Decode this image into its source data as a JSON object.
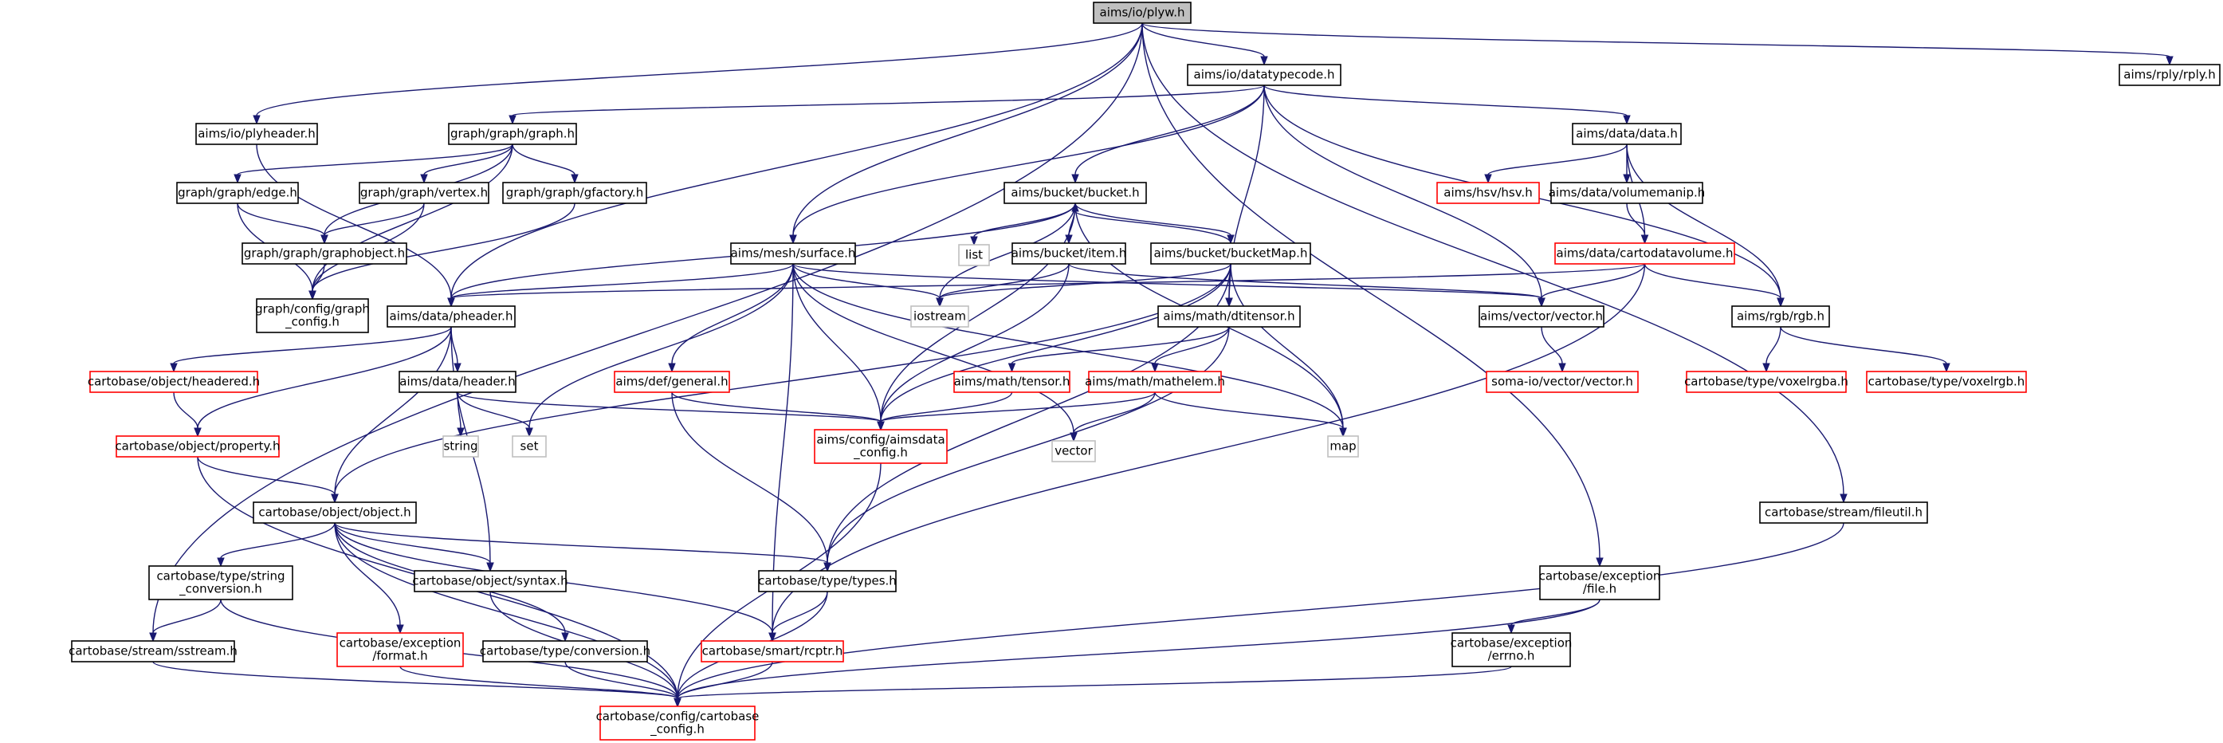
{
  "page": {
    "title": "aims/io/plyw.h"
  },
  "colors": {
    "edge": "#191970",
    "root_fill": "#bfbfbf",
    "node_border": "#000000",
    "missing_border": "#ff0000",
    "external_border": "#bfbfbf",
    "text": "#000000"
  },
  "nodes": [
    {
      "id": "plyw",
      "lines": [
        "aims/io/plyw.h"
      ],
      "kind": "root"
    },
    {
      "id": "datatypecode",
      "lines": [
        "aims/io/datatypecode.h"
      ],
      "kind": "normal"
    },
    {
      "id": "rply",
      "lines": [
        "aims/rply/rply.h"
      ],
      "kind": "normal"
    },
    {
      "id": "plyheader",
      "lines": [
        "aims/io/plyheader.h"
      ],
      "kind": "normal"
    },
    {
      "id": "graph",
      "lines": [
        "graph/graph/graph.h"
      ],
      "kind": "normal"
    },
    {
      "id": "data",
      "lines": [
        "aims/data/data.h"
      ],
      "kind": "normal"
    },
    {
      "id": "edge",
      "lines": [
        "graph/graph/edge.h"
      ],
      "kind": "normal"
    },
    {
      "id": "vertex",
      "lines": [
        "graph/graph/vertex.h"
      ],
      "kind": "normal"
    },
    {
      "id": "gfactory",
      "lines": [
        "graph/graph/gfactory.h"
      ],
      "kind": "normal"
    },
    {
      "id": "bucket",
      "lines": [
        "aims/bucket/bucket.h"
      ],
      "kind": "normal"
    },
    {
      "id": "hsv",
      "lines": [
        "aims/hsv/hsv.h"
      ],
      "kind": "missing"
    },
    {
      "id": "volumemanip",
      "lines": [
        "aims/data/volumemanip.h"
      ],
      "kind": "normal"
    },
    {
      "id": "graphobject",
      "lines": [
        "graph/graph/graphobject.h"
      ],
      "kind": "normal"
    },
    {
      "id": "list",
      "lines": [
        "list"
      ],
      "kind": "external"
    },
    {
      "id": "item",
      "lines": [
        "aims/bucket/item.h"
      ],
      "kind": "normal"
    },
    {
      "id": "bucketMap",
      "lines": [
        "aims/bucket/bucketMap.h"
      ],
      "kind": "normal"
    },
    {
      "id": "surface",
      "lines": [
        "aims/mesh/surface.h"
      ],
      "kind": "normal"
    },
    {
      "id": "cartodatavolume",
      "lines": [
        "aims/data/cartodatavolume.h"
      ],
      "kind": "missing"
    },
    {
      "id": "graph_config",
      "lines": [
        "graph/config/graph",
        "_config.h"
      ],
      "kind": "normal"
    },
    {
      "id": "iostream",
      "lines": [
        "iostream"
      ],
      "kind": "external"
    },
    {
      "id": "pheader",
      "lines": [
        "aims/data/pheader.h"
      ],
      "kind": "normal"
    },
    {
      "id": "dtitensor",
      "lines": [
        "aims/math/dtitensor.h"
      ],
      "kind": "normal"
    },
    {
      "id": "vector_h",
      "lines": [
        "aims/vector/vector.h"
      ],
      "kind": "normal"
    },
    {
      "id": "rgb",
      "lines": [
        "aims/rgb/rgb.h"
      ],
      "kind": "normal"
    },
    {
      "id": "headered",
      "lines": [
        "cartobase/object/headered.h"
      ],
      "kind": "missing"
    },
    {
      "id": "header",
      "lines": [
        "aims/data/header.h"
      ],
      "kind": "normal"
    },
    {
      "id": "general",
      "lines": [
        "aims/def/general.h"
      ],
      "kind": "missing"
    },
    {
      "id": "tensor",
      "lines": [
        "aims/math/tensor.h"
      ],
      "kind": "missing"
    },
    {
      "id": "mathelem",
      "lines": [
        "aims/math/mathelem.h"
      ],
      "kind": "missing"
    },
    {
      "id": "somaio_vector",
      "lines": [
        "soma-io/vector/vector.h"
      ],
      "kind": "missing"
    },
    {
      "id": "voxelrgba",
      "lines": [
        "cartobase/type/voxelrgba.h"
      ],
      "kind": "missing"
    },
    {
      "id": "voxelrgb",
      "lines": [
        "cartobase/type/voxelrgb.h"
      ],
      "kind": "missing"
    },
    {
      "id": "string",
      "lines": [
        "string"
      ],
      "kind": "external"
    },
    {
      "id": "set",
      "lines": [
        "set"
      ],
      "kind": "external"
    },
    {
      "id": "property",
      "lines": [
        "cartobase/object/property.h"
      ],
      "kind": "missing"
    },
    {
      "id": "aimsdata_config",
      "lines": [
        "aims/config/aimsdata",
        "_config.h"
      ],
      "kind": "missing"
    },
    {
      "id": "vector",
      "lines": [
        "vector"
      ],
      "kind": "external"
    },
    {
      "id": "map",
      "lines": [
        "map"
      ],
      "kind": "external"
    },
    {
      "id": "object",
      "lines": [
        "cartobase/object/object.h"
      ],
      "kind": "normal"
    },
    {
      "id": "fileutil",
      "lines": [
        "cartobase/stream/fileutil.h"
      ],
      "kind": "normal"
    },
    {
      "id": "string_conversion",
      "lines": [
        "cartobase/type/string",
        "_conversion.h"
      ],
      "kind": "normal"
    },
    {
      "id": "syntax",
      "lines": [
        "cartobase/object/syntax.h"
      ],
      "kind": "normal"
    },
    {
      "id": "types",
      "lines": [
        "cartobase/type/types.h"
      ],
      "kind": "normal"
    },
    {
      "id": "exc_file",
      "lines": [
        "cartobase/exception",
        "/file.h"
      ],
      "kind": "normal"
    },
    {
      "id": "sstream",
      "lines": [
        "cartobase/stream/sstream.h"
      ],
      "kind": "normal"
    },
    {
      "id": "exc_format",
      "lines": [
        "cartobase/exception",
        "/format.h"
      ],
      "kind": "missing"
    },
    {
      "id": "conversion",
      "lines": [
        "cartobase/type/conversion.h"
      ],
      "kind": "normal"
    },
    {
      "id": "rcptr",
      "lines": [
        "cartobase/smart/rcptr.h"
      ],
      "kind": "missing"
    },
    {
      "id": "errno",
      "lines": [
        "cartobase/exception",
        "/errno.h"
      ],
      "kind": "normal"
    },
    {
      "id": "cartobase_config",
      "lines": [
        "cartobase/config/cartobase",
        "_config.h"
      ],
      "kind": "missing"
    }
  ],
  "edges": [
    [
      "plyw",
      "datatypecode"
    ],
    [
      "plyw",
      "rply"
    ],
    [
      "plyw",
      "plyheader"
    ],
    [
      "plyw",
      "surface"
    ],
    [
      "plyw",
      "pheader"
    ],
    [
      "plyw",
      "sstream"
    ],
    [
      "plyw",
      "fileutil"
    ],
    [
      "plyw",
      "exc_file"
    ],
    [
      "datatypecode",
      "graph"
    ],
    [
      "datatypecode",
      "data"
    ],
    [
      "datatypecode",
      "bucket"
    ],
    [
      "datatypecode",
      "surface"
    ],
    [
      "datatypecode",
      "vector_h"
    ],
    [
      "datatypecode",
      "rgb"
    ],
    [
      "datatypecode",
      "dtitensor"
    ],
    [
      "plyheader",
      "pheader"
    ],
    [
      "graph",
      "edge"
    ],
    [
      "graph",
      "vertex"
    ],
    [
      "graph",
      "gfactory"
    ],
    [
      "graph",
      "graphobject"
    ],
    [
      "graph",
      "graph_config"
    ],
    [
      "edge",
      "graphobject"
    ],
    [
      "edge",
      "graph_config"
    ],
    [
      "vertex",
      "graphobject"
    ],
    [
      "vertex",
      "graph_config"
    ],
    [
      "gfactory",
      "graph_config"
    ],
    [
      "graphobject",
      "graph_config"
    ],
    [
      "data",
      "hsv"
    ],
    [
      "data",
      "volumemanip"
    ],
    [
      "data",
      "cartodatavolume"
    ],
    [
      "data",
      "rgb"
    ],
    [
      "volumemanip",
      "cartodatavolume"
    ],
    [
      "cartodatavolume",
      "vector_h"
    ],
    [
      "cartodatavolume",
      "rgb"
    ],
    [
      "cartodatavolume",
      "pheader"
    ],
    [
      "cartodatavolume",
      "rcptr"
    ],
    [
      "bucket",
      "list"
    ],
    [
      "bucket",
      "item"
    ],
    [
      "bucket",
      "bucketMap"
    ],
    [
      "bucket",
      "iostream"
    ],
    [
      "bucket",
      "map"
    ],
    [
      "bucket",
      "aimsdata_config"
    ],
    [
      "bucket",
      "pheader"
    ],
    [
      "bucketMap",
      "bucket"
    ],
    [
      "bucketMap",
      "iostream"
    ],
    [
      "bucketMap",
      "dtitensor"
    ],
    [
      "bucketMap",
      "map"
    ],
    [
      "bucketMap",
      "aimsdata_config"
    ],
    [
      "bucketMap",
      "types"
    ],
    [
      "bucketMap",
      "object"
    ],
    [
      "item",
      "iostream"
    ],
    [
      "item",
      "vector_h"
    ],
    [
      "item",
      "aimsdata_config"
    ],
    [
      "surface",
      "pheader"
    ],
    [
      "surface",
      "iostream"
    ],
    [
      "surface",
      "vector_h"
    ],
    [
      "surface",
      "general"
    ],
    [
      "surface",
      "aimsdata_config"
    ],
    [
      "surface",
      "set"
    ],
    [
      "surface",
      "vector"
    ],
    [
      "surface",
      "map"
    ],
    [
      "surface",
      "rcptr"
    ],
    [
      "dtitensor",
      "tensor"
    ],
    [
      "dtitensor",
      "mathelem"
    ],
    [
      "dtitensor",
      "types"
    ],
    [
      "tensor",
      "aimsdata_config"
    ],
    [
      "mathelem",
      "vector"
    ],
    [
      "mathelem",
      "map"
    ],
    [
      "mathelem",
      "aimsdata_config"
    ],
    [
      "vector_h",
      "somaio_vector"
    ],
    [
      "rgb",
      "voxelrgba"
    ],
    [
      "rgb",
      "voxelrgb"
    ],
    [
      "pheader",
      "headered"
    ],
    [
      "pheader",
      "header"
    ],
    [
      "pheader",
      "property"
    ],
    [
      "pheader",
      "object"
    ],
    [
      "pheader",
      "syntax"
    ],
    [
      "headered",
      "property"
    ],
    [
      "header",
      "string"
    ],
    [
      "header",
      "set"
    ],
    [
      "header",
      "aimsdata_config"
    ],
    [
      "general",
      "aimsdata_config"
    ],
    [
      "general",
      "types"
    ],
    [
      "property",
      "object"
    ],
    [
      "property",
      "cartobase_config"
    ],
    [
      "aimsdata_config",
      "cartobase_config"
    ],
    [
      "object",
      "string_conversion"
    ],
    [
      "object",
      "syntax"
    ],
    [
      "object",
      "types"
    ],
    [
      "object",
      "exc_format"
    ],
    [
      "object",
      "conversion"
    ],
    [
      "object",
      "rcptr"
    ],
    [
      "object",
      "cartobase_config"
    ],
    [
      "string_conversion",
      "sstream"
    ],
    [
      "string_conversion",
      "cartobase_config"
    ],
    [
      "syntax",
      "cartobase_config"
    ],
    [
      "types",
      "rcptr"
    ],
    [
      "types",
      "cartobase_config"
    ],
    [
      "exc_format",
      "cartobase_config"
    ],
    [
      "conversion",
      "cartobase_config"
    ],
    [
      "rcptr",
      "cartobase_config"
    ],
    [
      "sstream",
      "cartobase_config"
    ],
    [
      "fileutil",
      "cartobase_config"
    ],
    [
      "exc_file",
      "errno"
    ],
    [
      "exc_file",
      "cartobase_config"
    ],
    [
      "errno",
      "cartobase_config"
    ]
  ]
}
